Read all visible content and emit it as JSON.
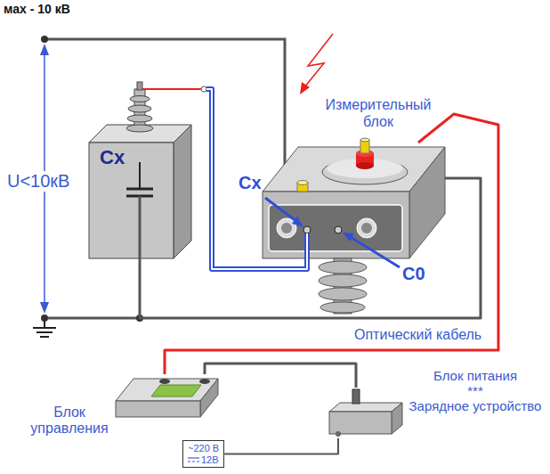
{
  "diagram": {
    "nodes": [
      {
        "text": [
          "Cx"
        ]
      },
      {
        "text": [
          "Измерительный блок"
        ]
      },
      {
        "text": [
          "Блок управления"
        ]
      },
      {
        "text": [
          "Блок питания",
          "***",
          "Зарядное устройство"
        ]
      },
      {
        "text": [
          "~220 В",
          "12В"
        ]
      }
    ],
    "edges": [
      {
        "from": 0,
        "to": 1,
        "arrow": "none"
      },
      {
        "from": 0,
        "to": 1,
        "arrow": "none"
      },
      {
        "from": 1,
        "to": 2,
        "arrow": "none"
      },
      {
        "from": 2,
        "to": 3,
        "arrow": "none"
      },
      {
        "from": 3,
        "to": 4,
        "arrow": "none"
      }
    ],
    "labels": [
      "мах - 10 кВ",
      "U<10кВ",
      "Cx",
      "C0",
      "Оптический кабель"
    ]
  }
}
